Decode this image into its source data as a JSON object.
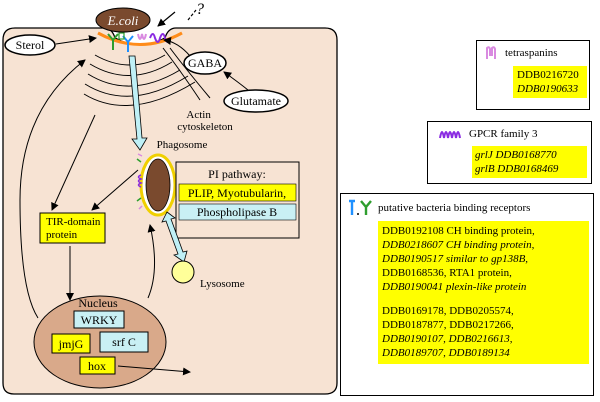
{
  "cell": {
    "ecoli_label": "E.coli",
    "question_mark": "?",
    "sterol_label": "Sterol",
    "gaba_label": "GABA",
    "glutamate_label": "Glutamate",
    "actin_label_line1": "Actin",
    "actin_label_line2": "cytoskeleton",
    "phagosome_label": "Phagosome",
    "tir_line1": "TIR-domain",
    "tir_line2": "protein",
    "lysosome_label": "Lysosome",
    "nucleus_label": "Nucleus",
    "genes": {
      "wrky": "WRKY",
      "jmjg": "jmjG",
      "srfc": "srf C",
      "hox": "hox"
    },
    "pi_pathway": {
      "title": "PI pathway:",
      "item1": "PLIP, Myotubularin,",
      "item2": "Phospholipase B"
    }
  },
  "colors": {
    "cytoplasm": "#f7e3d3",
    "nucleus": "#d9a98a",
    "bacterium": "#7a4a2e",
    "yellow_box": "#ffff00",
    "cyan_box": "#c9f0f4",
    "lysosome": "#ffff99",
    "arrow_cyan": "#bff0f6",
    "tetraspanin": "#d98ae0",
    "gpcr": "#8a2be2",
    "receptor_blue": "#1e90ff",
    "receptor_green": "#2e9e2e",
    "membrane_orange": "#ff8c1a"
  },
  "legend": {
    "tetraspanins": {
      "title": "tetraspanins",
      "entries": [
        "DDB0216720",
        "DDB0190633"
      ]
    },
    "gpcr": {
      "title": "GPCR family 3",
      "entries": [
        "grlJ DDB0168770",
        "grlB DDB0168469"
      ]
    },
    "receptors": {
      "title": "putative bacteria binding receptors",
      "lines": [
        "DDB0192108 CH binding protein,",
        "DDB0218607 CH binding protein,",
        "DDB0190517 similar to gp138B,",
        "DDB0168536, RTA1 protein,",
        "DDB0190041 plexin-like protein",
        "DDB0169178, DDB0205574,",
        "DDB0187877, DDB0217266,",
        "DDB0190107, DDB0216613,",
        "DDB0189707, DDB0189134"
      ]
    }
  }
}
